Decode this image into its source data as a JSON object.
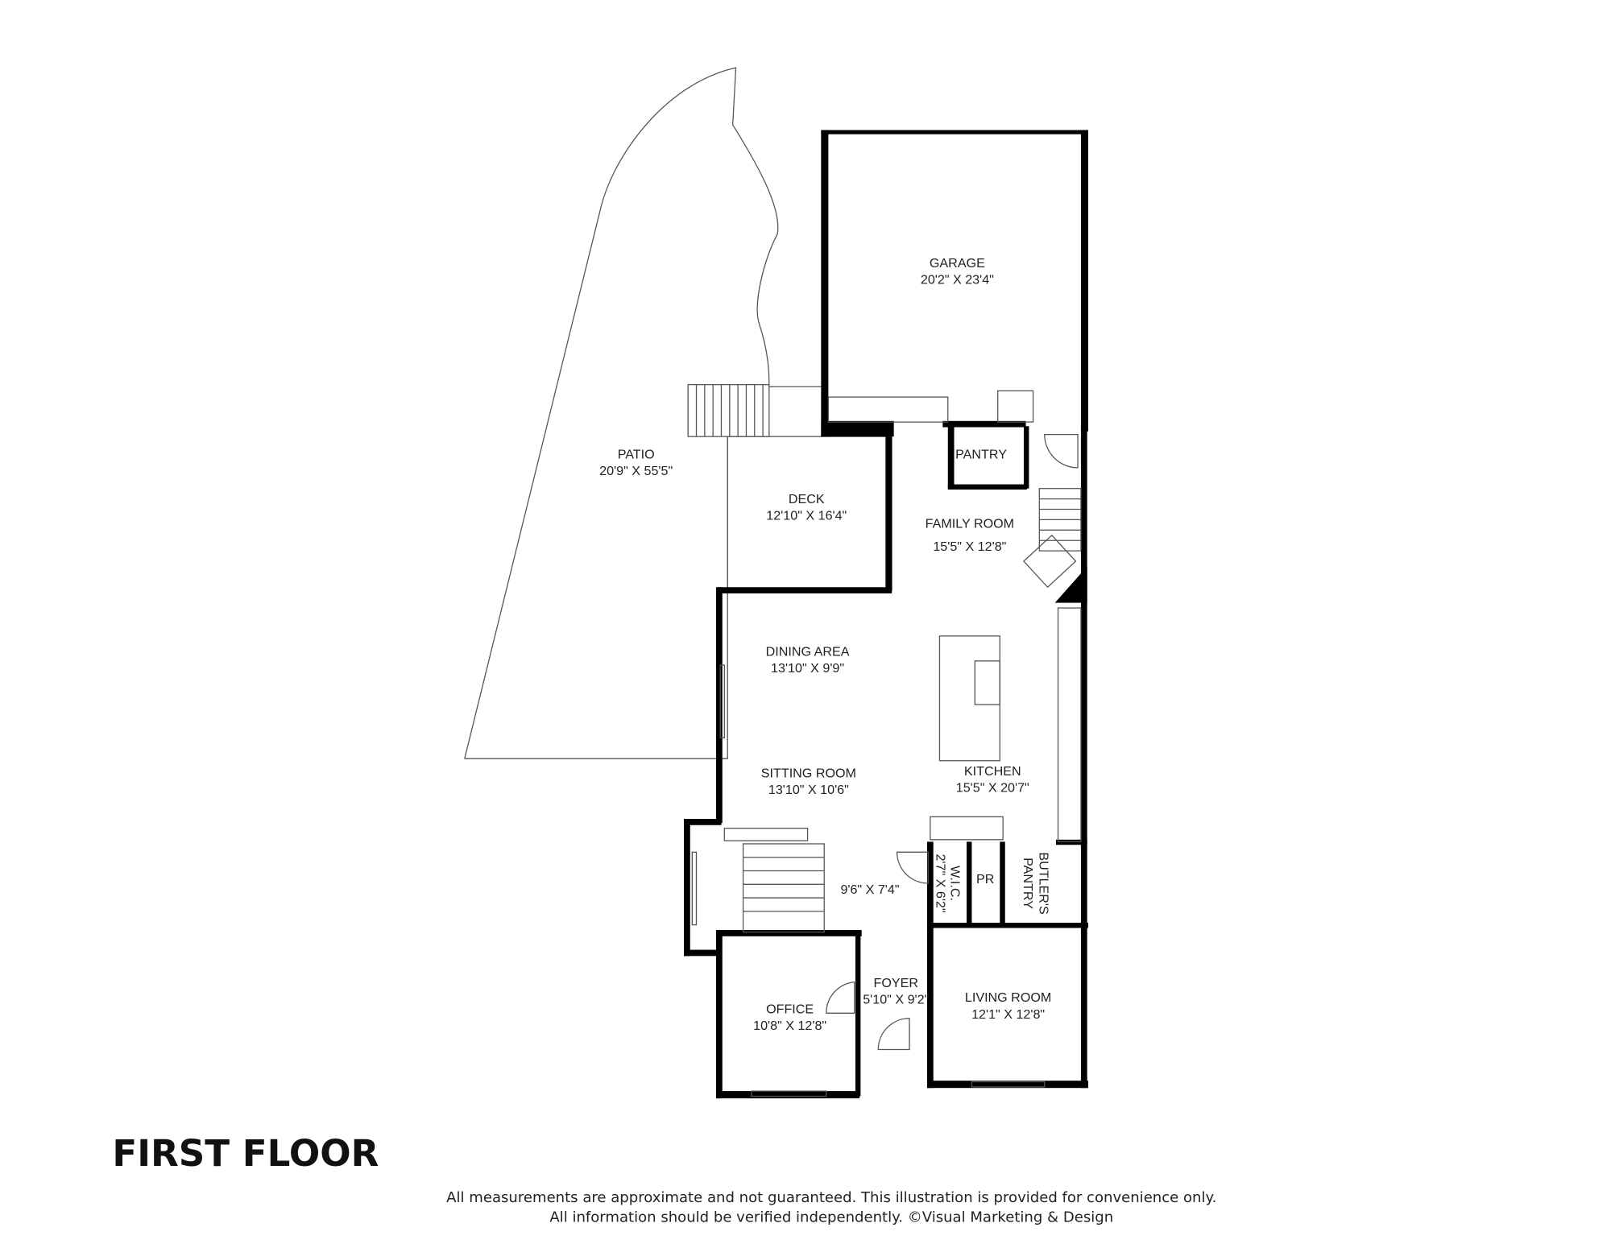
{
  "title": "FIRST FLOOR",
  "disclaimer": {
    "line1": "All measurements are approximate and not guaranteed. This illustration is provided for convenience only.",
    "line2": "All information should be verified independently. ©Visual Marketing & Design"
  },
  "rooms": {
    "garage": {
      "name": "GARAGE",
      "size": "20'2\" X 23'4\""
    },
    "patio": {
      "name": "PATIO",
      "size": "20'9\" X 55'5\""
    },
    "deck": {
      "name": "DECK",
      "size": "12'10\" X 16'4\""
    },
    "pantry": {
      "name": "PANTRY"
    },
    "family": {
      "name": "FAMILY ROOM",
      "size": "15'5\" X 12'8\""
    },
    "dining": {
      "name": "DINING AREA",
      "size": "13'10\" X 9'9\""
    },
    "sitting": {
      "name": "SITTING ROOM",
      "size": "13'10\" X 10'6\""
    },
    "kitchen": {
      "name": "KITCHEN",
      "size": "15'5\" X 20'7\""
    },
    "hall": {
      "size": "9'6\" X 7'4\""
    },
    "wic": {
      "name": "W.I.C.",
      "size": "2'7\" X 6'2\""
    },
    "pr": {
      "name": "PR"
    },
    "butlers": {
      "name": "BUTLER'S",
      "name2": "PANTRY"
    },
    "office": {
      "name": "OFFICE",
      "size": "10'8\" X 12'8\""
    },
    "foyer": {
      "name": "FOYER",
      "size": "5'10\" X 9'2\""
    },
    "living": {
      "name": "LIVING ROOM",
      "size": "12'1\" X 12'8\""
    }
  }
}
